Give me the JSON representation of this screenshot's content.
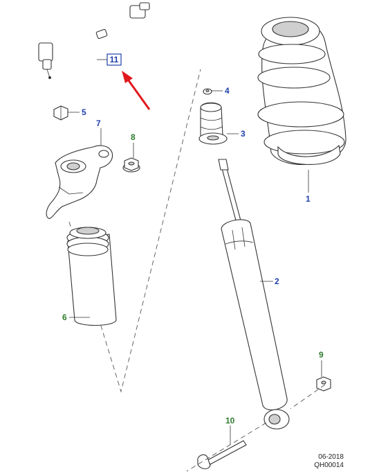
{
  "diagram": {
    "callouts": [
      {
        "id": "1",
        "text": "1",
        "color": "#1f3fa8",
        "name": "air-spring"
      },
      {
        "id": "2",
        "text": "2",
        "color": "#1f3fa8",
        "name": "shock-absorber"
      },
      {
        "id": "3",
        "text": "3",
        "color": "#1f3fa8",
        "name": "bump-stop"
      },
      {
        "id": "4",
        "text": "4",
        "color": "#1f3fa8",
        "name": "washer"
      },
      {
        "id": "5",
        "text": "5",
        "color": "#1f3fa8",
        "name": "nut"
      },
      {
        "id": "6",
        "text": "6",
        "color": "#2f7d2f",
        "name": "dust-boot"
      },
      {
        "id": "7",
        "text": "7",
        "color": "#1f3fa8",
        "name": "top-mount"
      },
      {
        "id": "8",
        "text": "8",
        "color": "#2f7d2f",
        "name": "flange-nut"
      },
      {
        "id": "9",
        "text": "9",
        "color": "#2f7d2f",
        "name": "lower-nut"
      },
      {
        "id": "10",
        "text": "10",
        "color": "#2f7d2f",
        "name": "lower-bolt"
      },
      {
        "id": "11",
        "text": "11",
        "color": "#1f3fa8",
        "name": "harness",
        "boxed": true
      }
    ],
    "arrow_color": "#e0191d"
  },
  "footer": {
    "date": "06-2018",
    "code": "QH00014"
  }
}
